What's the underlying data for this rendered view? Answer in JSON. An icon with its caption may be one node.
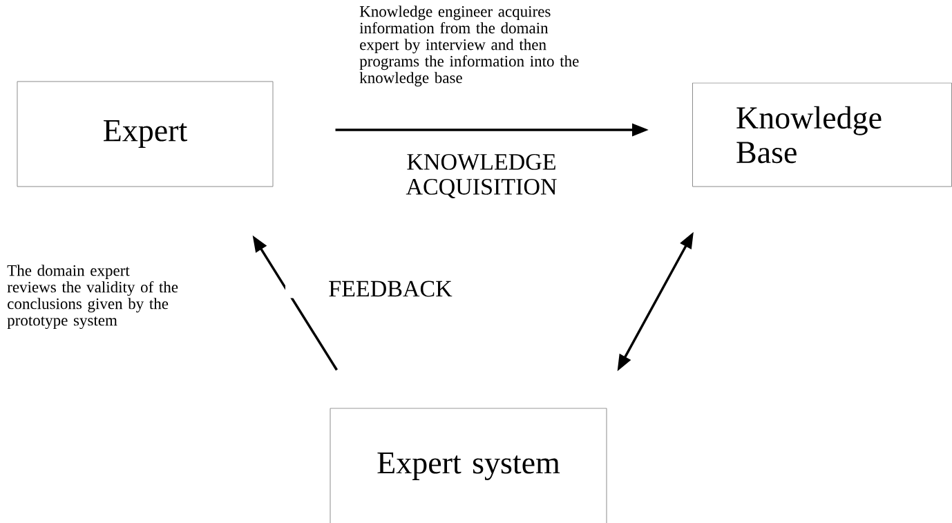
{
  "diagram": {
    "nodes": [
      {
        "text": [
          "Expert"
        ]
      },
      {
        "text": [
          "Knowledge Base"
        ]
      },
      {
        "text": [
          "Expert system"
        ]
      }
    ],
    "edges": [
      {
        "from": 0,
        "to": 1,
        "arrow": "to",
        "label": "KNOWLEDGE ACQUISITION"
      },
      {
        "from": 2,
        "to": 0,
        "arrow": "to",
        "label": "FEEDBACK"
      },
      {
        "from": 1,
        "to": 2,
        "arrow": "both"
      }
    ],
    "labels": [
      "Knowledge engineer acquires information from the domain expert by interview and then programs the information into the knowledge base",
      "The domain expert reviews the validity of the conclusions given by the prototype system"
    ]
  }
}
